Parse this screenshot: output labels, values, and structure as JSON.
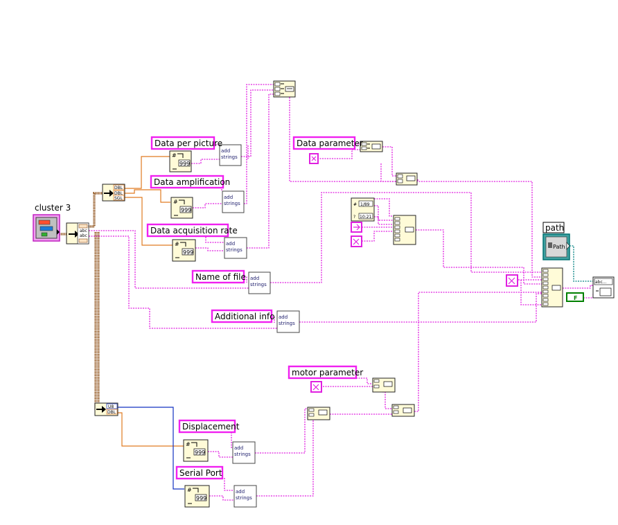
{
  "labels": {
    "cluster": "cluster 3",
    "data_per_picture": "Data per picture",
    "data_amplification": "Data amplification",
    "data_acquisition_rate": "Data acquisition rate",
    "name_of_file": "Name of file",
    "additional_info": "Additional info",
    "data_parameter": "Data parameter",
    "motor_parameter": "motor parameter",
    "displacement": "Displacement",
    "serial_port": "Serial Port",
    "path": "path"
  },
  "node_text": {
    "add": "add",
    "strings": "strings",
    "format_digits": "999",
    "dbl": "DBL",
    "sgl": "SGL",
    "u8": "U8",
    "abc": "abc",
    "path_const": "Path",
    "false_const": "F",
    "date": "1/89",
    "time": "10:21",
    "write_text": "abc...",
    "hash": "#",
    "question": "?"
  },
  "colors": {
    "string_wire": "#e020e0",
    "numeric_wire": "#e07a20",
    "integer_wire": "#1030c0",
    "path_wire": "#008080",
    "cluster_wire": "#8a4a10",
    "node_fill": "#fffbd8",
    "bool_const": "#008000"
  }
}
